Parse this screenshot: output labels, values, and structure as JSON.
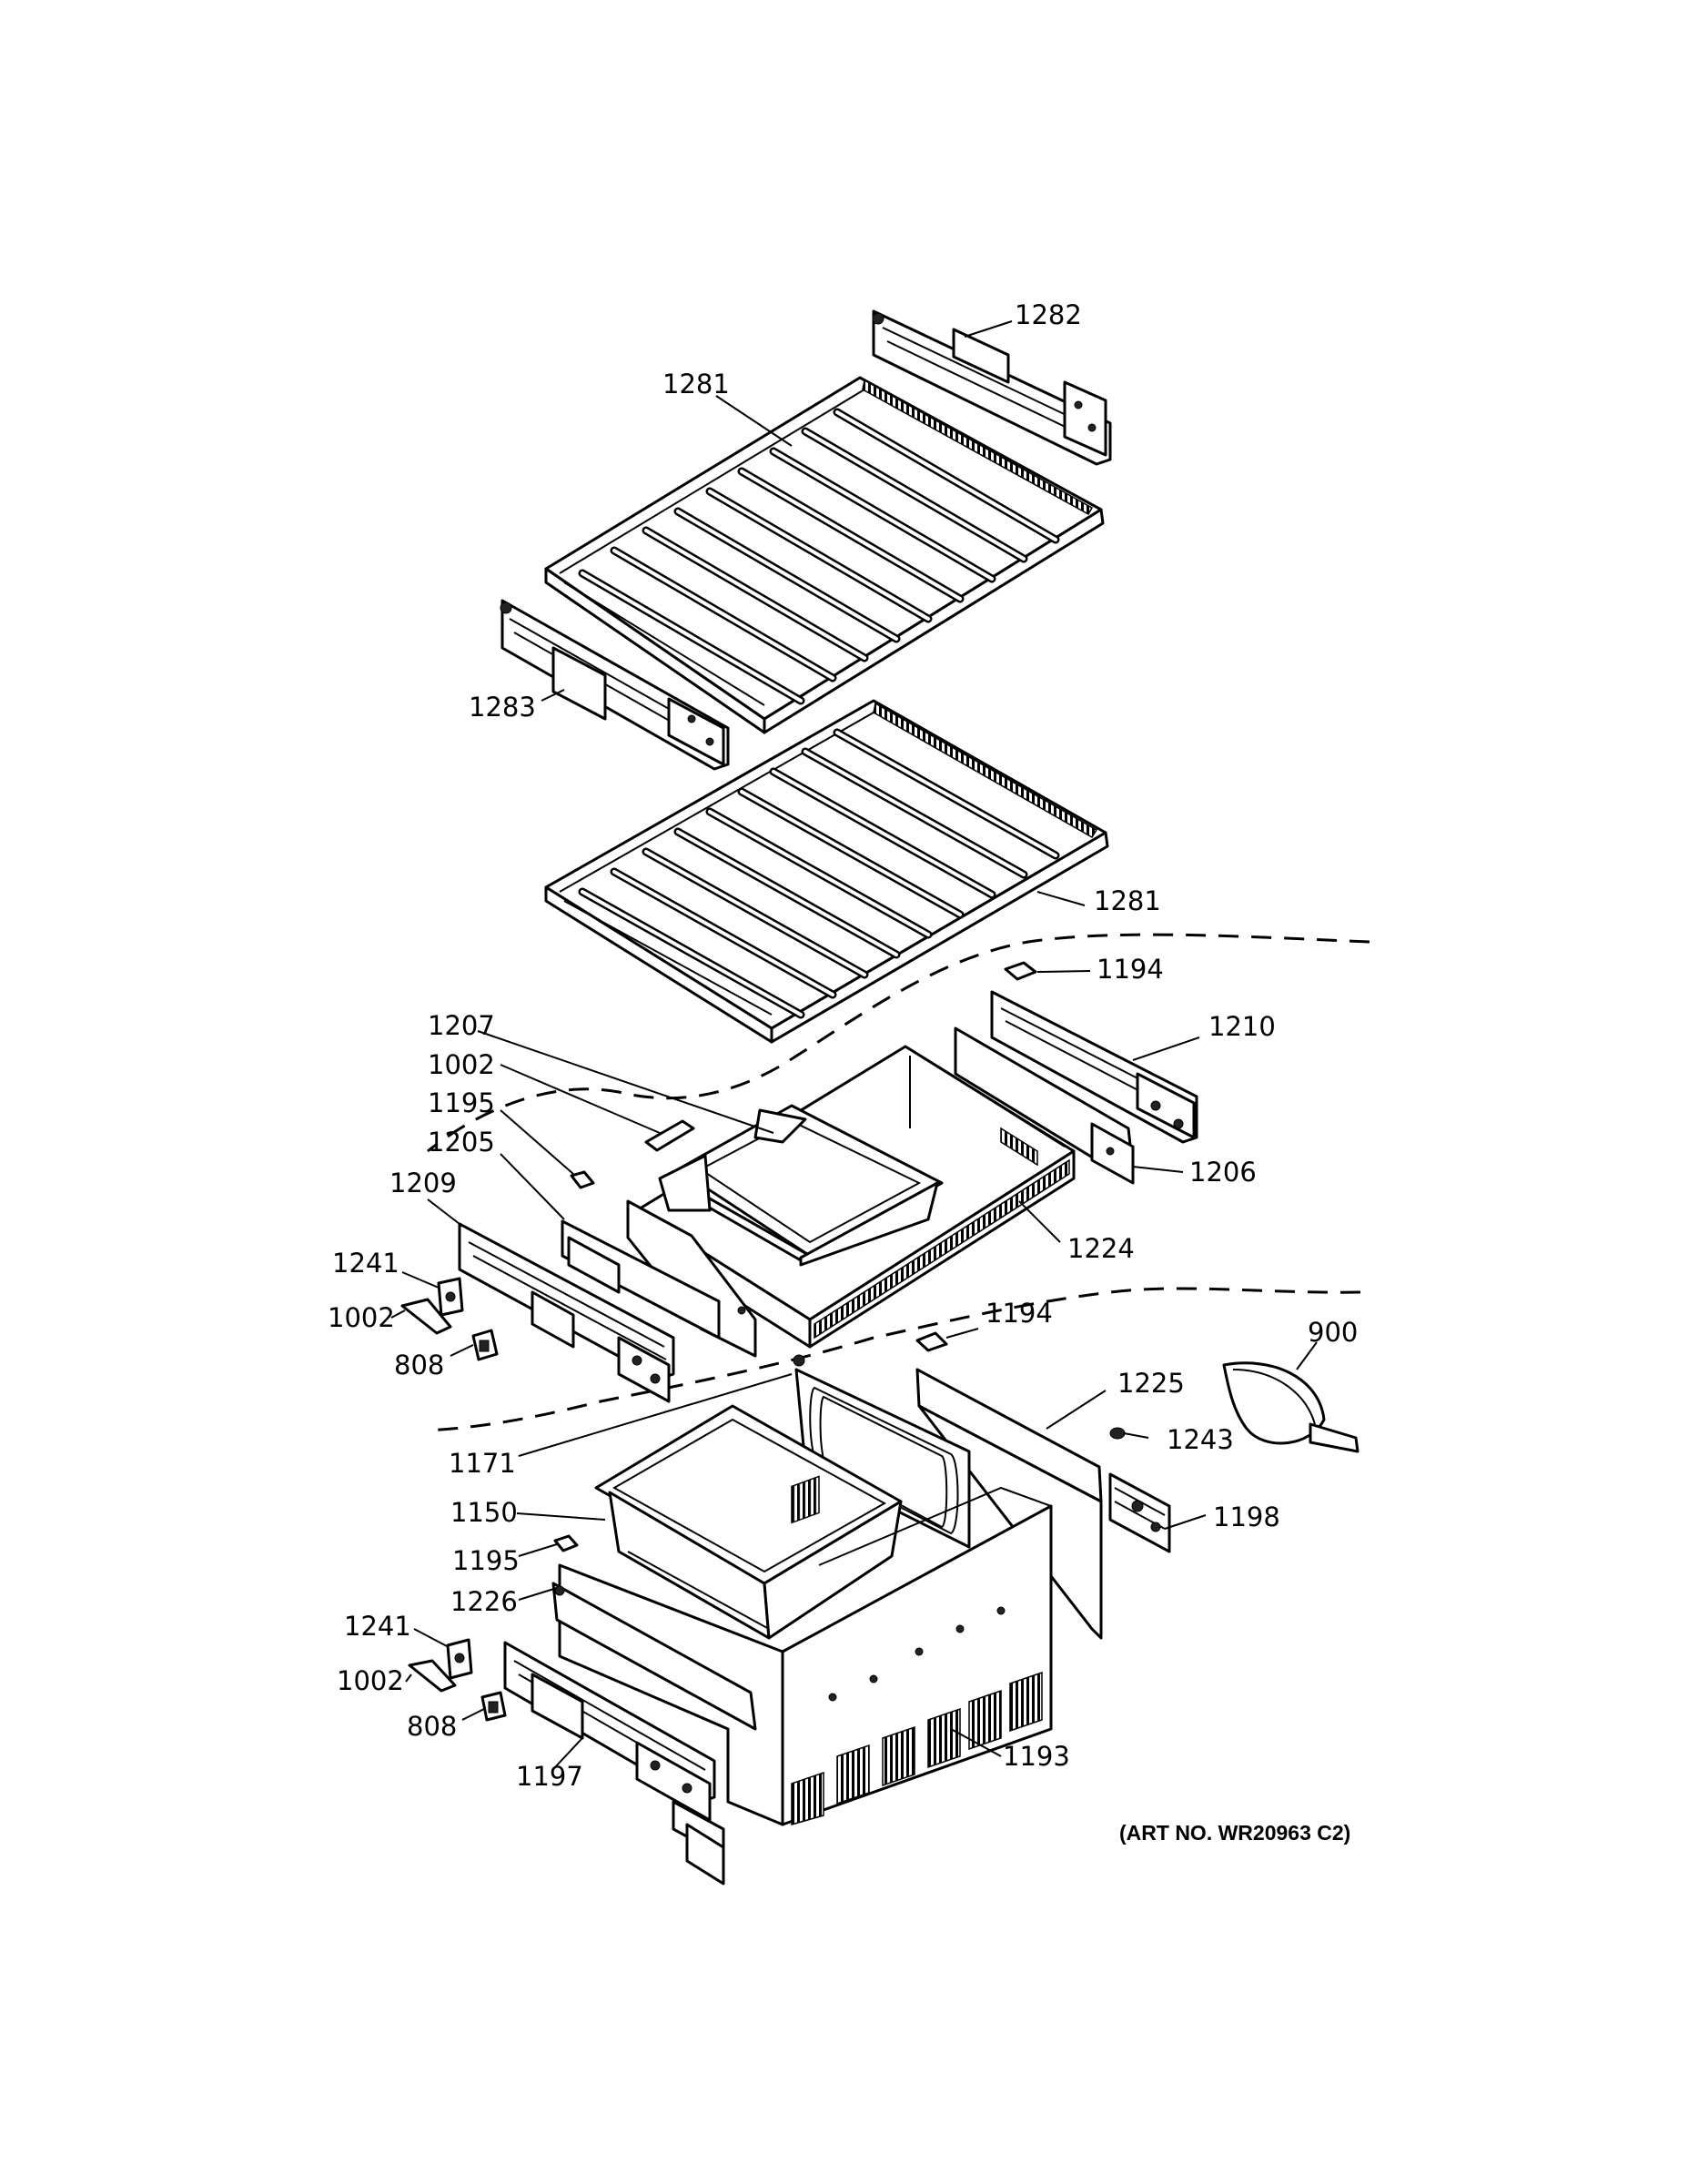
{
  "diagram": {
    "labels": [
      {
        "id": "lbl-1282",
        "text": "1282"
      },
      {
        "id": "lbl-1281-top",
        "text": "1281"
      },
      {
        "id": "lbl-1283",
        "text": "1283"
      },
      {
        "id": "lbl-1281-mid",
        "text": "1281"
      },
      {
        "id": "lbl-1194-top",
        "text": "1194"
      },
      {
        "id": "lbl-1210",
        "text": "1210"
      },
      {
        "id": "lbl-1207",
        "text": "1207"
      },
      {
        "id": "lbl-1002-top",
        "text": "1002"
      },
      {
        "id": "lbl-1195-top",
        "text": "1195"
      },
      {
        "id": "lbl-1205",
        "text": "1205"
      },
      {
        "id": "lbl-1206",
        "text": "1206"
      },
      {
        "id": "lbl-1209",
        "text": "1209"
      },
      {
        "id": "lbl-1224",
        "text": "1224"
      },
      {
        "id": "lbl-1241-top",
        "text": "1241"
      },
      {
        "id": "lbl-1002-mid",
        "text": "1002"
      },
      {
        "id": "lbl-808-top",
        "text": "808"
      },
      {
        "id": "lbl-1194-mid",
        "text": "1194"
      },
      {
        "id": "lbl-900",
        "text": "900"
      },
      {
        "id": "lbl-1225",
        "text": "1225"
      },
      {
        "id": "lbl-1243",
        "text": "1243"
      },
      {
        "id": "lbl-1171",
        "text": "1171"
      },
      {
        "id": "lbl-1150",
        "text": "1150"
      },
      {
        "id": "lbl-1198",
        "text": "1198"
      },
      {
        "id": "lbl-1195-bot",
        "text": "1195"
      },
      {
        "id": "lbl-1226",
        "text": "1226"
      },
      {
        "id": "lbl-1241-bot",
        "text": "1241"
      },
      {
        "id": "lbl-1002-bot",
        "text": "1002"
      },
      {
        "id": "lbl-808-bot",
        "text": "808"
      },
      {
        "id": "lbl-1193",
        "text": "1193"
      },
      {
        "id": "lbl-1197",
        "text": "1197"
      }
    ],
    "art_number": "(ART NO. WR20963 C2)"
  }
}
